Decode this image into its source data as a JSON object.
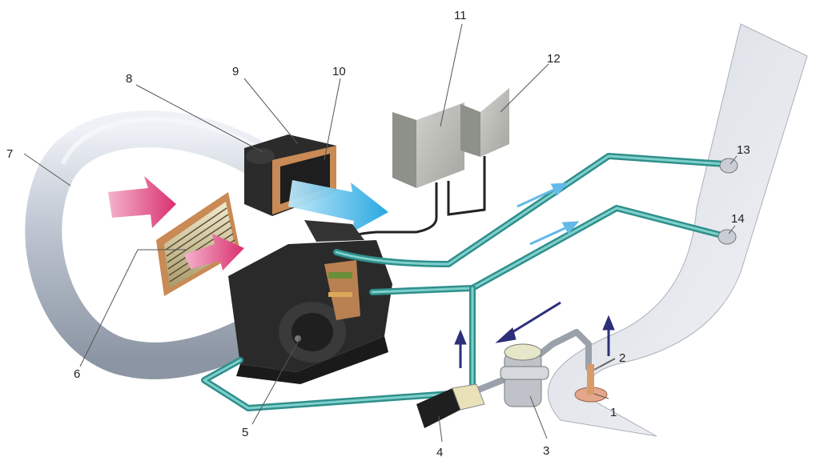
{
  "figure": {
    "callouts": [
      {
        "id": "1",
        "label": "1"
      },
      {
        "id": "2",
        "label": "2"
      },
      {
        "id": "3",
        "label": "3"
      },
      {
        "id": "4",
        "label": "4"
      },
      {
        "id": "5",
        "label": "5"
      },
      {
        "id": "6",
        "label": "6"
      },
      {
        "id": "7",
        "label": "7"
      },
      {
        "id": "8",
        "label": "8"
      },
      {
        "id": "9",
        "label": "9"
      },
      {
        "id": "10",
        "label": "10"
      },
      {
        "id": "11",
        "label": "11"
      },
      {
        "id": "12",
        "label": "12"
      },
      {
        "id": "13",
        "label": "13"
      },
      {
        "id": "14",
        "label": "14"
      }
    ],
    "colors": {
      "coolant_pipe": "#3fa7a4",
      "coolant_pipe_light": "#7fd0cc",
      "air_duct": "#b9c0cc",
      "warm_air_arrow": "#e0508a",
      "cool_air_arrow": "#35b3e6",
      "flow_arrow": "#2d2f7a",
      "floor_panel": "#e8ebf0",
      "control_box": "#b8bab4",
      "heater_body": "#2a2a2a",
      "copper": "#c98a55"
    },
    "icons": [
      "warm-air-arrow-icon",
      "cool-air-arrow-icon",
      "flow-direction-arrow-icon"
    ]
  }
}
